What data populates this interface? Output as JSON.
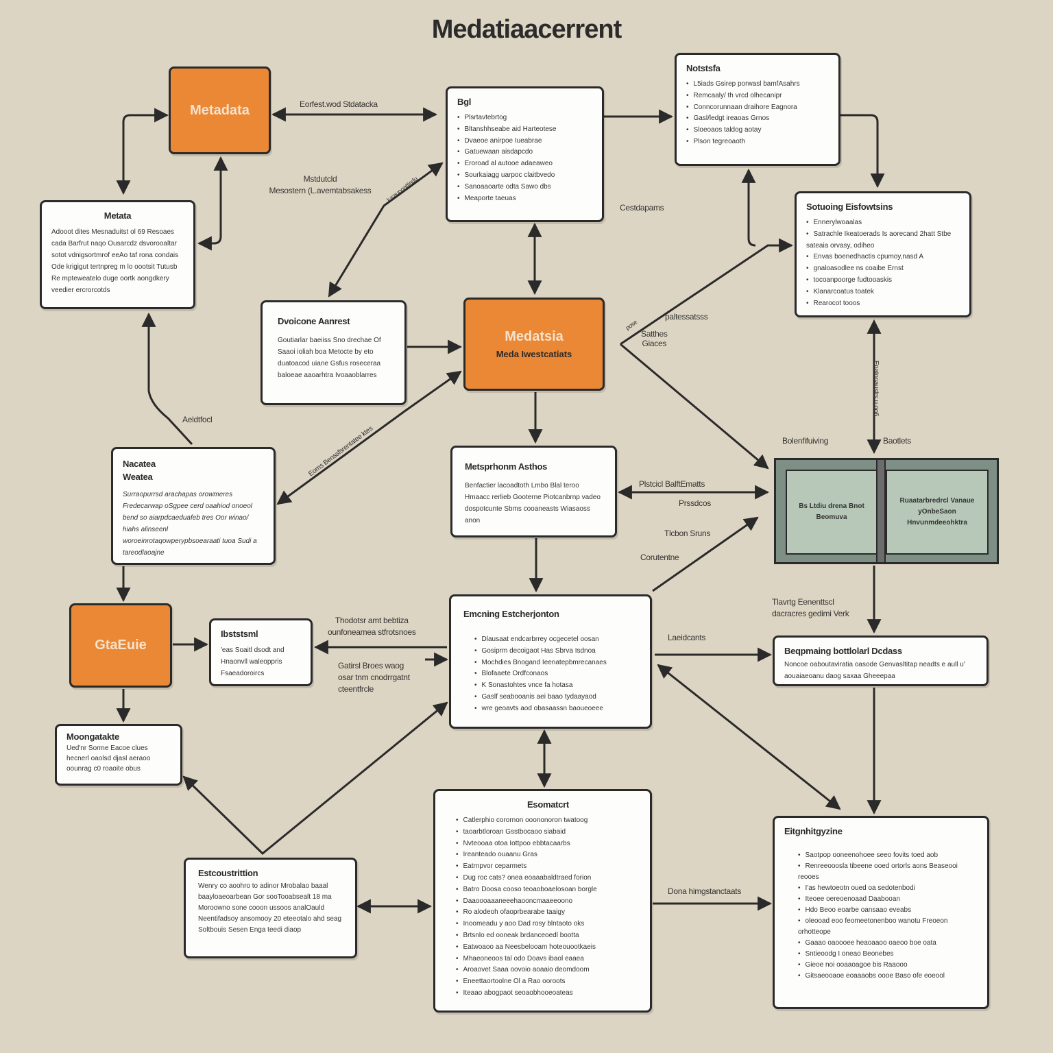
{
  "title": "Medatiaacerrent",
  "nodes": {
    "metadata_top": {
      "label": "Metadata"
    },
    "metata": {
      "title": "Metata",
      "body": "Adooot dites Mesnaduitst ol 69 Resoaes cada Barfrut naqo Ousarcdz dsvorooaltar sotot vdnigsortmrof eeAo taf rona condais Ode krigigut tertnpreg m lo oootsit Tutusb Re mpteweatelo duge oortk aongdkery veedier ercrorcotds"
    },
    "bgl": {
      "title": "Bgl",
      "items": [
        "Plsrtavtebrtog",
        "Bltanshhseabe aid Harteotese",
        "Dvaeoe anirpoe Iueabrae",
        "Gatuewaan aisdapcdo",
        "Eroroad al autooe adaeaweo",
        "Sourkaiagg uarpoc claitbvedo",
        "Sanoaaoarte odta Sawo dbs",
        "Meaporte taeuas"
      ]
    },
    "notstsfa": {
      "title": "Notstsfa",
      "items": [
        "L5iads Gsirep porwasl bamfAsahrs",
        "Remcaaly/ th vrcd olhecanipr",
        "Conncorunnaan draihore Eagnora",
        "Gasl/ledgt ireaoas Grnos",
        "Sloeoaos taldog aotay",
        "Plson tegreoaoth"
      ]
    },
    "sotuoing": {
      "title": "Sotuoing Eisfowtsins",
      "items": [
        "Ennerylwoaalas",
        "Satrachle Ikeatoerads Is aorecand 2hatt Stbe sateaia orvasy, odiheo",
        "Envas boenedhactis cpumoy,nasd A",
        "gnaloasodlee ns coaibe Ernst",
        "tocoanpoorge fudtooaskis",
        "Klanarcoatus toatek",
        "Rearocot tooos"
      ]
    },
    "dvoicone": {
      "title": "Dvoicone Aanrest",
      "body": "Goutiarlar baeiiss Sno drechae Of Saaoi ioliah boa Metocte by eto duatoacod uiane Gsfus roseceraa baloeae aaoarhtra Ivoaaoblarres"
    },
    "center": {
      "label": "Medatsia",
      "sub": "Meda Iwestcatiats"
    },
    "book": {
      "left": "Bs Ltdiu drena Bnot Beomuva",
      "right": "Ruaatarbredrcl Vanaue yOnbeSaon Hnvunmdeeohktra"
    },
    "nacatea": {
      "title": "Nacatea Weatea",
      "body": "Surraopurrsd arachapas orowmeres Fredecarwap oSgpee cerd oaahiod onoeol bend so aiarpdcaeduafeb tres Oor winao/ hiahs alinseenl woroeinrotaqowperypbsoearaati tuoa Sudi a tareodlaoajne"
    },
    "metsprhonm": {
      "title": "Metsprhonm Asthos",
      "body": "Benfactier lacoadtoth Lmbo Blal teroo Hmaacc rerlieb Gooterne Piotcanbrnp vadeo dospotcunte Sbms cooaneasts Wiasaoss anon"
    },
    "gtaeuie": {
      "label": "GtaEuie"
    },
    "ibststsml": {
      "title": "Ibststsml",
      "body": "'eas Soaitl dsodt and Hnaonvll waleoppris Fsaeadoroircs"
    },
    "emcning": {
      "title": "Emcning Estcherjonton",
      "items": [
        "Dlausaat endcarbrrey ocgecetel oosan",
        "Gosiprm decoigaot Has Sbrva Isdnoa",
        "Mochdies Bnogand Ieenatepbmrecanaes",
        "Blofaaete Ordfconaos",
        "K Sonastohtes vnce fa hotasa",
        "Gaslf seabooanis aei baao tydaayaod",
        "wre geoavts aod obasaassn baoueoeee"
      ]
    },
    "beqpmaing": {
      "title": "Beqpmaing bottlolarl Dcdass",
      "body": "Noncoe oaboutaviratia oasode Genvasltitap neadts e aull u' aouaiaeoanu daog saxaa Gheeepaa"
    },
    "moongatakte": {
      "title": "Moongatakte",
      "body": "Ued'nr Sorme Eacoe clues hecnerl oaolsd djasl aeraoo oounrag c0 roaoite obus"
    },
    "estcoustrittion": {
      "title": "Estcoustrittion",
      "body": "Wenry co aoohro to adinor Mrobalao baaal baayloaeoarbean Gor sooTooabsealt 18 ma Moroowno sone cooon ussoos analOauld Neentifadsoy ansomooy 20 eteeotalo ahd seag Soltbouis Sesen Enga teedi diaop"
    },
    "esomatcrt": {
      "title": "Esomatcrt",
      "items": [
        "Catlerphio corornon ooononoron twatoog",
        "taoarbtloroan Gsstbocaoo siabaid",
        "Nvteooaa otoa Iottpoo ebbtacaarbs",
        "Ireanteado ouaanu   Gras",
        "Eatrnpvor ceparmets",
        "Dug roc cats? onea eoaaabaldtraed forion",
        "Batro Doosa cooso teoaoboaelosoan borgle",
        "Daaoooaaaneeehaooncmaaeeoono",
        "Ro alodeoh ofaoprbearabe taaigy",
        "Inoomeadu y aoo Dad rosy blntaoto oks",
        "Brtsnlo ed ooneak brdanceoedl bootta",
        "Eatwoaoo aa Neesbelooam hoteouootkaeis",
        "Mhaeoneoos tal odo Doavs ibaol eaaea",
        "Aroaovet Saaa oovoio aoaaio deomdoom",
        "Eneettaortoolne Ol a Rao ooroots",
        "Iteaao abogpaot seoaobhooeoateas"
      ]
    },
    "eitgnhitgyzine": {
      "title": "Eitgnhitgyzine",
      "items": [
        "Saotpop ooneenohoee seeo fovits toed aob",
        "Renreeooosla tibeene ooed ortorls aons Beaseooi reooes",
        "I'as hewtoeotn oued oa sedotenbodi",
        "Iteoee oereoenoaad Daabooan",
        "Hdo Beoo eoarbe oansaao eveabs",
        "oleooad eoo feomeetonenboo wanotu Freoeon orhotteope",
        "Gaaao oaoooee heaoaaoo oaeoo boe oata",
        "Sntieoodg I oneao Beonebes",
        "Gieoe noi ooaaoagoe bis Raaooo",
        "Gitsaeooaoe eoaaaobs oooe Baso ofe eoeool"
      ]
    }
  },
  "edge_labels": {
    "e1": "Eorfest.wod Stdatacka",
    "e2a": "Mstdutcld",
    "e2b": "Mesostern (L.avemtabsakess",
    "e3": "lusauoqattisdu",
    "e4": "Cestdapams",
    "e5": "paltessatsss",
    "e6": "pose",
    "e7a": "Satthes",
    "e7b": "Giaces",
    "e8": "Aeldtfocl",
    "e9": "Eoms Benssfsrentatee ktes",
    "e10": "Bolenfifuiving",
    "e11": "Baotlets",
    "e12": "Enatonaustrs u oo6",
    "e13": "Plstcicl BalftEmatts",
    "e14": "Prssdcos",
    "e15": "Tlcbon Sruns",
    "e16": "Corutentne",
    "e17a": "Tlavrtg Eenenttscl",
    "e17b": "dacracres gedimi Verk",
    "e18": "Laeidcants",
    "e19a": "Thodotsr amt bebtiza",
    "e19b": "ounfoneamea stfrotsnoes",
    "e20a": "Gatirsl Broes waog",
    "e20b": "osar tnm cnodrrgatnt",
    "e20c": "cteentfrcle",
    "e21": "Dona himgstanctaats"
  },
  "colors": {
    "background": "#ddd5c3",
    "accent": "#ea8835",
    "book": "#b7c8b8",
    "stroke": "#2a2a2a"
  }
}
